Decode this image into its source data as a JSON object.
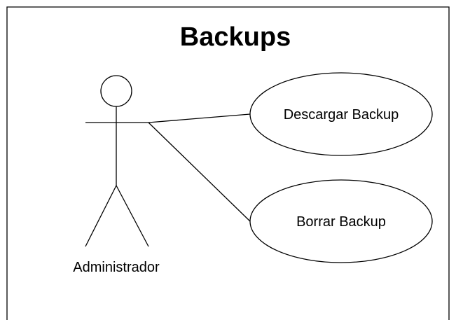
{
  "diagram": {
    "title": "Backups",
    "actor": {
      "name": "Administrador"
    },
    "use_cases": [
      {
        "label": "Descargar Backup"
      },
      {
        "label": "Borrar Backup"
      }
    ]
  }
}
